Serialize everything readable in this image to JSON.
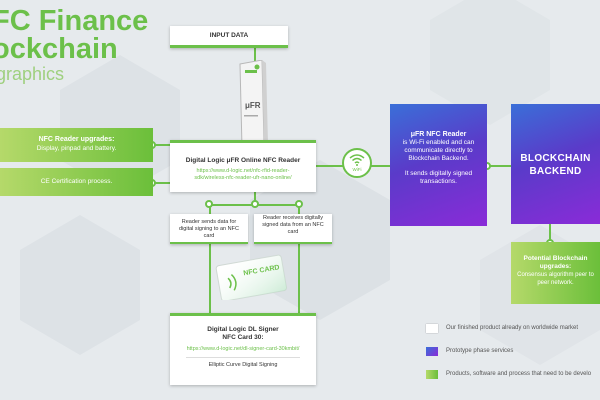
{
  "title": {
    "line1": "FC Finance",
    "line2": "ockchain",
    "line3": "graphics"
  },
  "input_data": "INPUT DATA",
  "nfc_reader_upgrades": {
    "heading": "NFC Reader upgrades:",
    "text": "Display, pinpad and battery."
  },
  "ce_cert": "CE Certification process.",
  "device_label": "μFR",
  "online_reader": {
    "title": "Digital Logic μFR Online NFC Reader",
    "link": "https://www.d-logic.net/nfc-rfid-reader-sdk/wireless-nfc-reader-ufr-nano-online/"
  },
  "wifi_label": "WiFi",
  "reader_sends": "Reader sends data for digital signing to an NFC card",
  "reader_receives": "Reader receives digitally signed data from an NFC card",
  "nfc_card_label": "NFC CARD",
  "dl_signer": {
    "title_line1": "Digital Logic DL Signer",
    "title_line2": "NFC Card 30:",
    "link": "https://www.d-logic.net/dl-signer-card-30kmbit/",
    "footer": "Elliptic Curve Digital Signing"
  },
  "ufr_card": {
    "heading": "μFR NFC Reader",
    "text": "is Wi-Fi enabled and can communicate directly to Blockchain Backend.",
    "text2": "It sends digitally signed transactions."
  },
  "blockchain_backend": {
    "line1": "BLOCKCHAIN",
    "line2": "BACKEND"
  },
  "potential_upgrades": {
    "heading": "Potential Blockchain upgrades:",
    "text": "Consensus algorithm peer to peer network."
  },
  "legend": [
    {
      "label": "Our finished product already on worldwide market",
      "color": "#ffffff"
    },
    {
      "label": "Prototype phase services",
      "color": "#6a3fd0"
    },
    {
      "label": "Products, software and process that need to be develo",
      "color": "#7cc242"
    }
  ],
  "colors": {
    "accent_green": "#6cc04a",
    "purple": "#6a3fd0"
  }
}
